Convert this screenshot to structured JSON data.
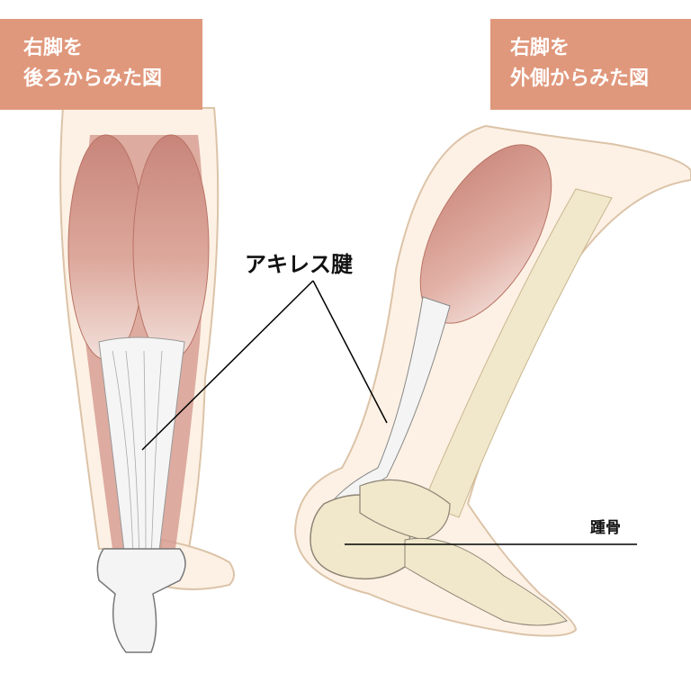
{
  "captions": {
    "back_view": {
      "line1": "右脚を",
      "line2": "後ろからみた図"
    },
    "side_view": {
      "line1": "右脚を",
      "line2": "外側からみた図"
    }
  },
  "labels": {
    "achilles_tendon": "アキレス腱",
    "calcaneus": "踵骨"
  },
  "colors": {
    "caption_bg": "#E0987C",
    "skin": "#FCF1E4",
    "skin_outline": "#DCC3A8",
    "muscle": "#D69A8E",
    "tendon": "#F4F4F4",
    "bone": "#F1E8CC"
  }
}
